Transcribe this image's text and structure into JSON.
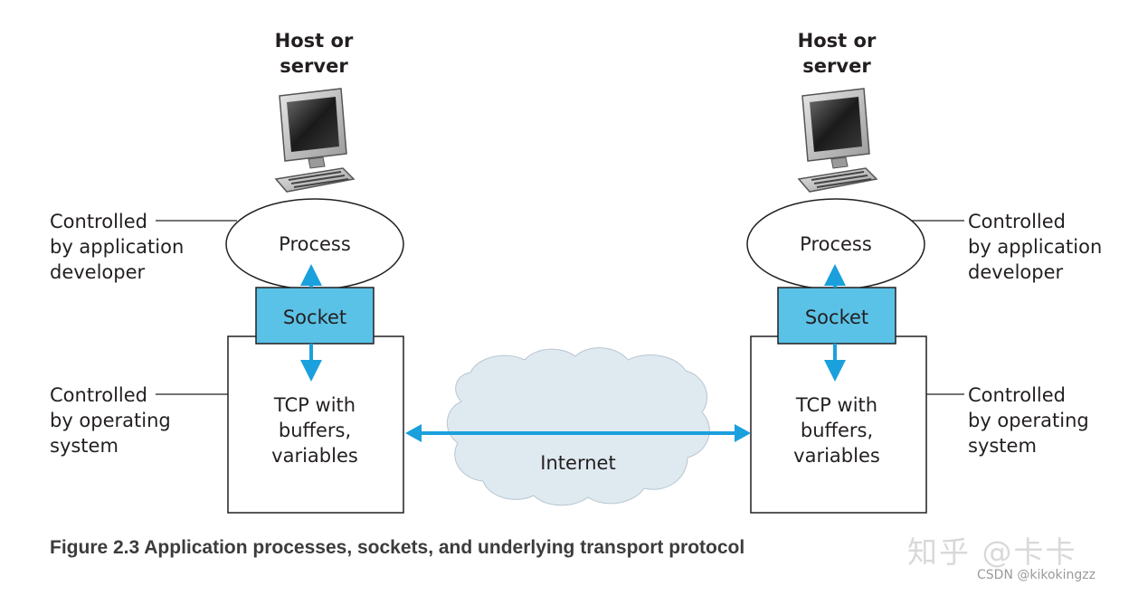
{
  "hosts": [
    {
      "title_line1": "Host or",
      "title_line2": "server",
      "process": "Process",
      "socket": "Socket",
      "tcp_line1": "TCP with",
      "tcp_line2": "buffers,",
      "tcp_line3": "variables",
      "app_note": [
        "Controlled",
        "by application",
        "developer"
      ],
      "os_note": [
        "Controlled",
        "by operating",
        "system"
      ]
    },
    {
      "title_line1": "Host or",
      "title_line2": "server",
      "process": "Process",
      "socket": "Socket",
      "tcp_line1": "TCP with",
      "tcp_line2": "buffers,",
      "tcp_line3": "variables",
      "app_note": [
        "Controlled",
        "by application",
        "developer"
      ],
      "os_note": [
        "Controlled",
        "by operating",
        "system"
      ]
    }
  ],
  "network_label": "Internet",
  "caption": "Figure 2.3 Application processes, sockets, and underlying transport protocol",
  "watermark": {
    "zhihu": "知乎 @卡卡",
    "csdn": "CSDN @kikokingzz"
  },
  "colors": {
    "socket_fill": "#5bc2e7",
    "arrow": "#1aa0dc",
    "cloud_fill": "#dfe9f0",
    "line": "#231f20"
  },
  "icons": [
    "computer-icon",
    "cloud-icon"
  ]
}
